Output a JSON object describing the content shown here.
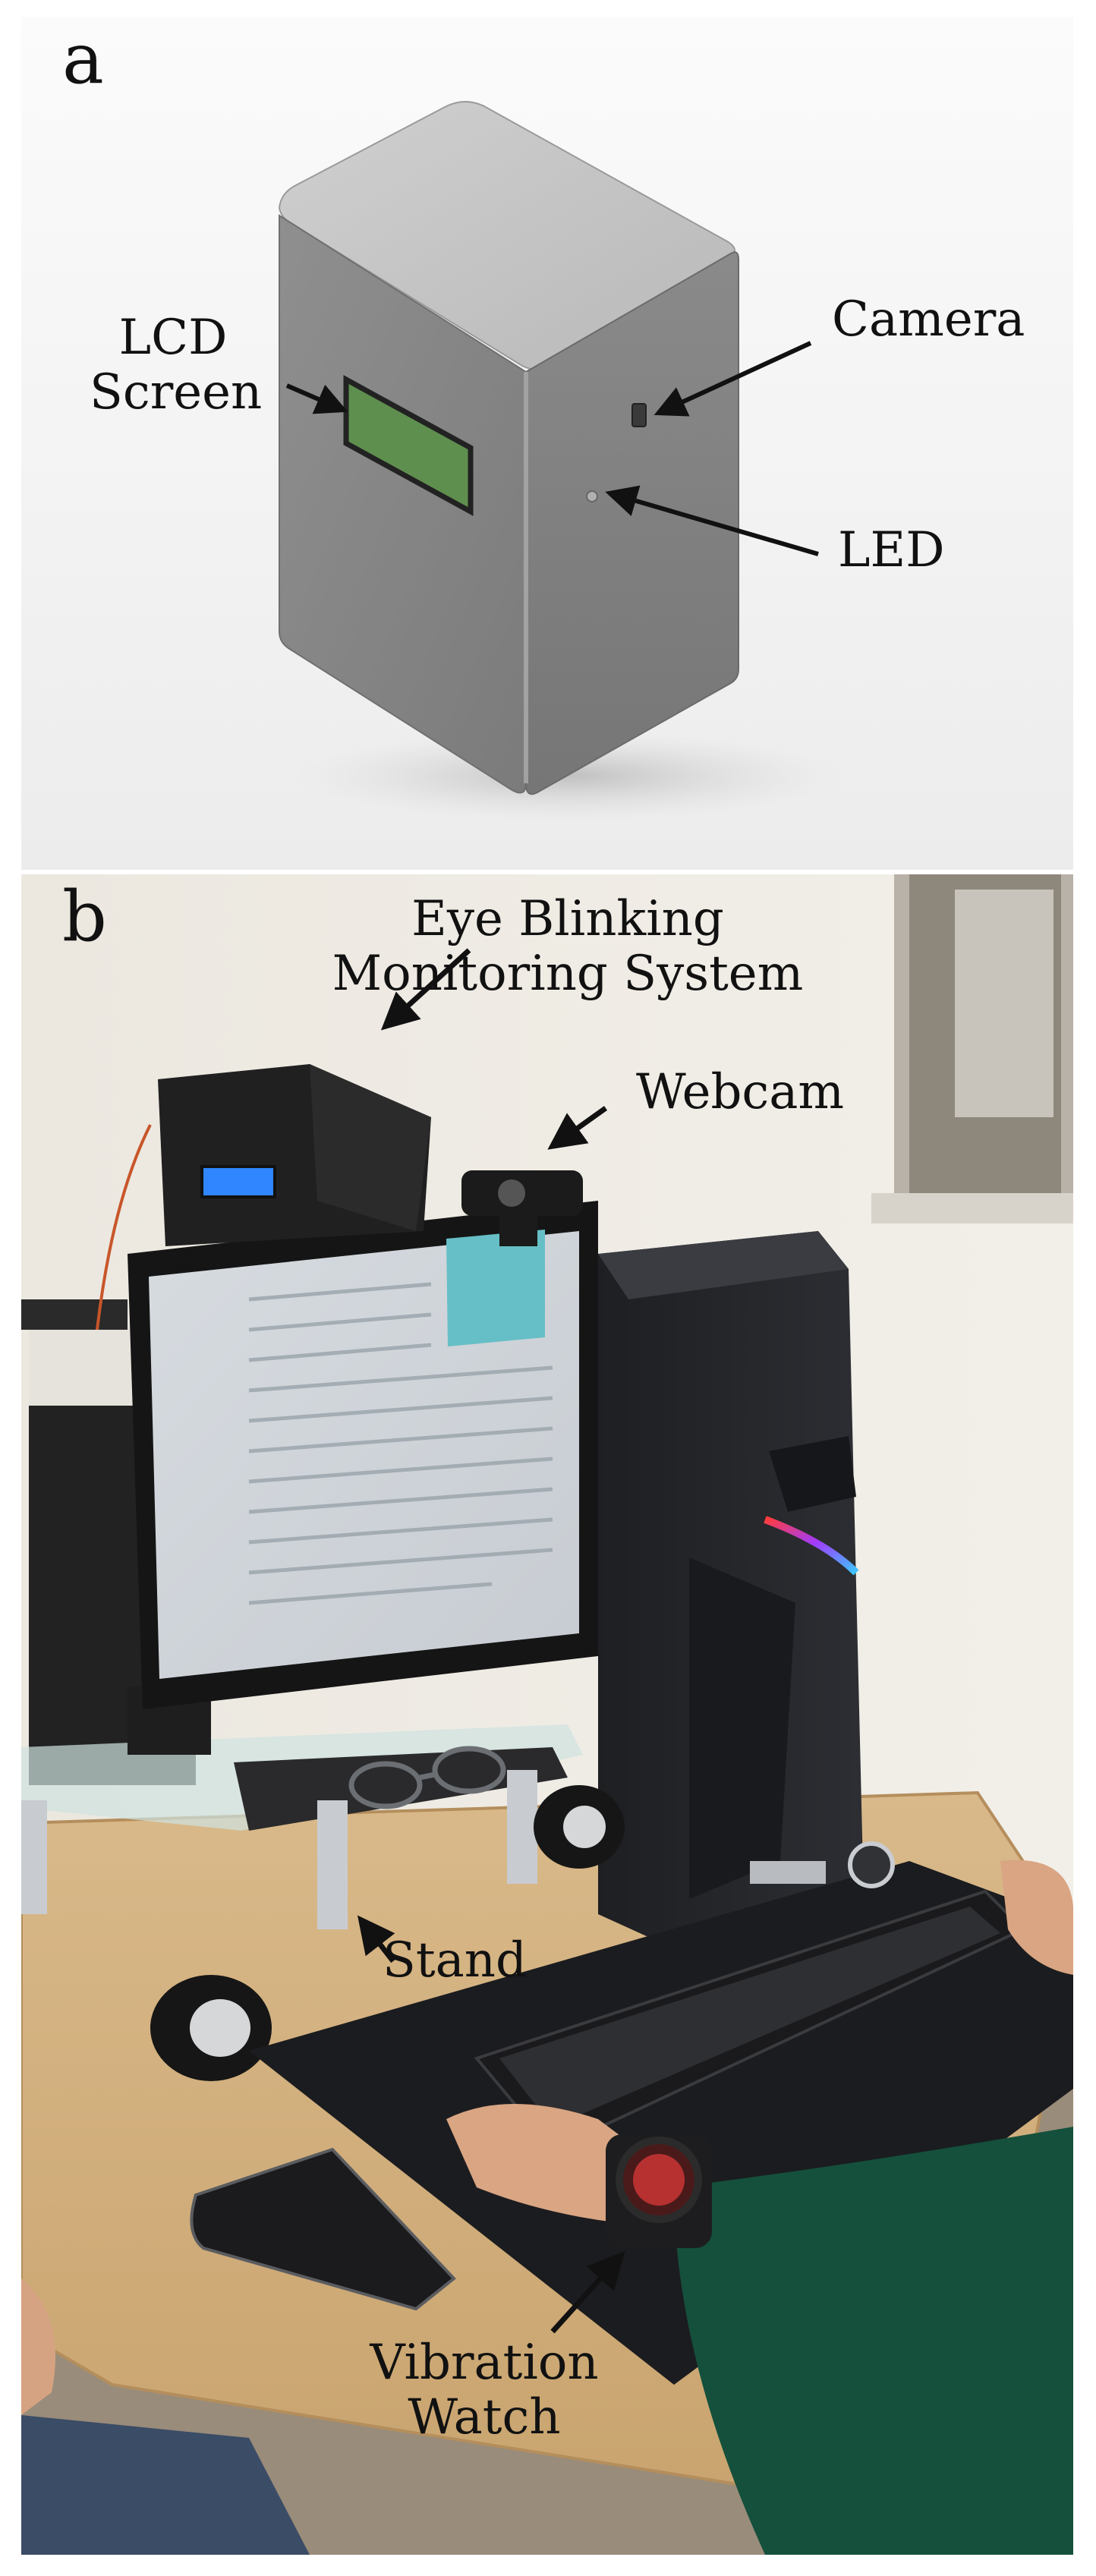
{
  "panel_a": {
    "letter": "a",
    "labels": {
      "lcd_line1": "LCD",
      "lcd_line2": "Screen",
      "camera": "Camera",
      "led": "LED"
    }
  },
  "panel_b": {
    "letter": "b",
    "labels": {
      "system_line1": "Eye Blinking",
      "system_line2": "Monitoring System",
      "webcam": "Webcam",
      "stand": "Stand",
      "watch_line1": "Vibration",
      "watch_line2": "Watch"
    }
  }
}
